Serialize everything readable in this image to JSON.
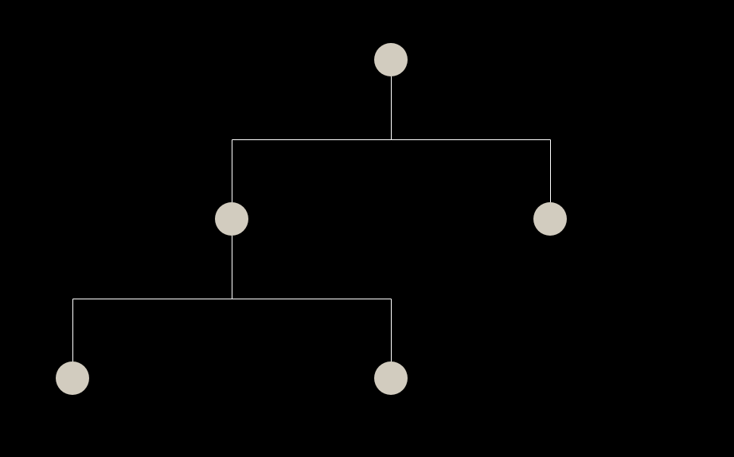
{
  "colors": {
    "background": "#000000",
    "node_fill": "#d2ccbf",
    "edge_stroke": "#ffffff",
    "label_text": "#000000"
  },
  "tree": {
    "nodes": [
      {
        "id": "n0",
        "label": ""
      },
      {
        "id": "n1",
        "label": ""
      },
      {
        "id": "n2",
        "label": ""
      },
      {
        "id": "n3",
        "label": ""
      },
      {
        "id": "n4",
        "label": ""
      }
    ],
    "edges": [
      {
        "parent": "n0",
        "children": [
          "n1",
          "n2"
        ]
      },
      {
        "parent": "n1",
        "children": [
          "n3",
          "n4"
        ]
      }
    ]
  }
}
